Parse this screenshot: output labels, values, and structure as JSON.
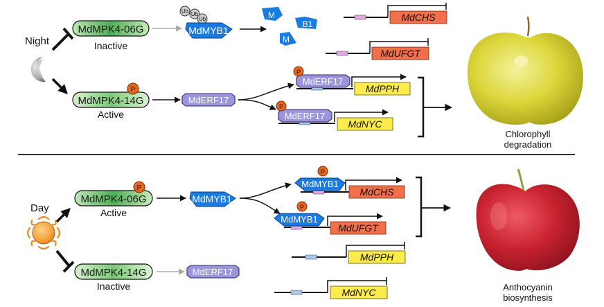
{
  "title": "MdMPK4 isoforms regulate apple fruit coloration in night vs day",
  "colors": {
    "mpk_green": "#5dbb63",
    "mpk_green_light": "#b9e3ad",
    "myb_blue": "#1a7be0",
    "erf_purple": "#9c95de",
    "phospho_orange": "#e8651e",
    "gene_red": "#f26f4b",
    "gene_yellow": "#fbec4c",
    "myb_site": "#e4a6e6",
    "erf_site": "#a8c8ea",
    "divider": "#111111"
  },
  "night": {
    "label": "Night",
    "icon": "moon-icon",
    "kinase_inactive": {
      "name": "MdMPK4-06G",
      "state": "Inactive"
    },
    "kinase_active": {
      "name": "MdMPK4-14G",
      "state": "Active",
      "mark": "P"
    },
    "ub_marks": [
      "Ub",
      "Ub",
      "Ub"
    ],
    "myb": "MdMYB1",
    "myb_fragments": [
      "M",
      "B1",
      "M"
    ],
    "erf": "MdERF17",
    "bound_tf": [
      "MdERF17",
      "MdERF17"
    ],
    "phospho_mark": "P",
    "genes_off": [
      "MdCHS",
      "MdUFGT"
    ],
    "genes_on": [
      "MdPPH",
      "MdNYC"
    ],
    "outcome": [
      "Chlorophyll",
      "degradation"
    ]
  },
  "day": {
    "label": "Day",
    "icon": "sun-icon",
    "kinase_active": {
      "name": "MdMPK4-06G",
      "state": "Active",
      "mark": "P"
    },
    "kinase_inactive": {
      "name": "MdMPK4-14G",
      "state": "Inactive"
    },
    "myb": "MdMYB1",
    "erf": "MdERF17",
    "bound_tf": [
      "MdMYB1",
      "MdMYB1"
    ],
    "phospho_mark": "P",
    "genes_on": [
      "MdCHS",
      "MdUFGT"
    ],
    "genes_off": [
      "MdPPH",
      "MdNYC"
    ],
    "outcome": [
      "Anthocyanin",
      "biosynthesis"
    ]
  }
}
